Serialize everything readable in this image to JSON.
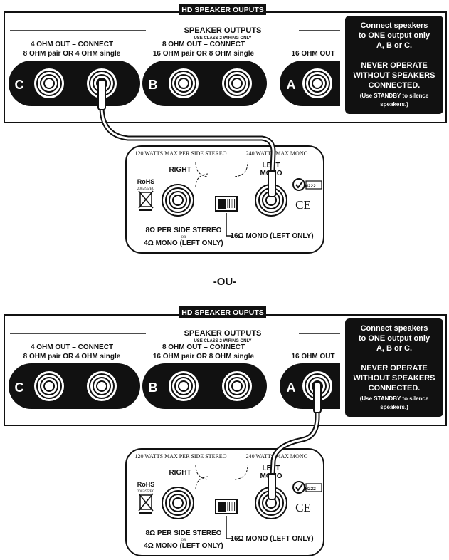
{
  "separator": "-OU-",
  "panels": [
    {
      "header_title": "HD SPEAKER OUPUTS",
      "speaker_outputs_title": "SPEAKER OUTPUTS",
      "speaker_outputs_sub": "USE CLASS 2 WIRING ONLY",
      "group_c_line1": "4 OHM OUT – CONNECT",
      "group_c_line2": "8 OHM pair OR 4 OHM single",
      "group_b_line1": "8 OHM OUT – CONNECT",
      "group_b_line2": "16 OHM pair OR 8 OHM single",
      "group_a_line1": "16 OHM OUT",
      "jack_c": "C",
      "jack_b": "B",
      "jack_a": "A",
      "warning_1": "Connect speakers",
      "warning_2": "to ONE output only",
      "warning_3": "A, B or C.",
      "warning_4": "NEVER OPERATE",
      "warning_5": "WITHOUT SPEAKERS",
      "warning_6": "CONNECTED.",
      "warning_7": "(Use STANDBY to silence",
      "warning_8": "speakers.)",
      "cab_stereo": "120 WATTS MAX PER SIDE STEREO",
      "cab_mono": "240 WATTS MAX MONO",
      "cab_right": "RIGHT",
      "cab_left_1": "LEFT",
      "cab_left_2": "MONO",
      "cab_rohs": "RoHS",
      "cab_rohs_sub": "2002/95/EC",
      "cab_n222": "N222",
      "cab_ce": "CE",
      "cab_ohm_stereo": "8Ω PER SIDE STEREO",
      "cab_or": "OR",
      "cab_ohm_mono": "4Ω MONO (LEFT ONLY)",
      "cab_switch_label": "16Ω MONO (LEFT ONLY)",
      "cable_from": "C"
    },
    {
      "header_title": "HD SPEAKER OUPUTS",
      "speaker_outputs_title": "SPEAKER OUTPUTS",
      "speaker_outputs_sub": "USE CLASS 2 WIRING ONLY",
      "group_c_line1": "4 OHM OUT – CONNECT",
      "group_c_line2": "8 OHM pair OR 4 OHM single",
      "group_b_line1": "8 OHM OUT – CONNECT",
      "group_b_line2": "16 OHM pair OR 8 OHM single",
      "group_a_line1": "16 OHM OUT",
      "jack_c": "C",
      "jack_b": "B",
      "jack_a": "A",
      "warning_1": "Connect speakers",
      "warning_2": "to ONE output only",
      "warning_3": "A, B or C.",
      "warning_4": "NEVER OPERATE",
      "warning_5": "WITHOUT SPEAKERS",
      "warning_6": "CONNECTED.",
      "warning_7": "(Use STANDBY to silence",
      "warning_8": "speakers.)",
      "cab_stereo": "120 WATTS MAX PER SIDE STEREO",
      "cab_mono": "240 WATTS MAX MONO",
      "cab_right": "RIGHT",
      "cab_left_1": "LEFT",
      "cab_left_2": "MONO",
      "cab_rohs": "RoHS",
      "cab_rohs_sub": "2002/95/EC",
      "cab_n222": "N222",
      "cab_ce": "CE",
      "cab_ohm_stereo": "8Ω PER SIDE STEREO",
      "cab_or": "OR",
      "cab_ohm_mono": "4Ω MONO (LEFT ONLY)",
      "cab_switch_label": "16Ω MONO (LEFT ONLY)",
      "cable_from": "A"
    }
  ]
}
